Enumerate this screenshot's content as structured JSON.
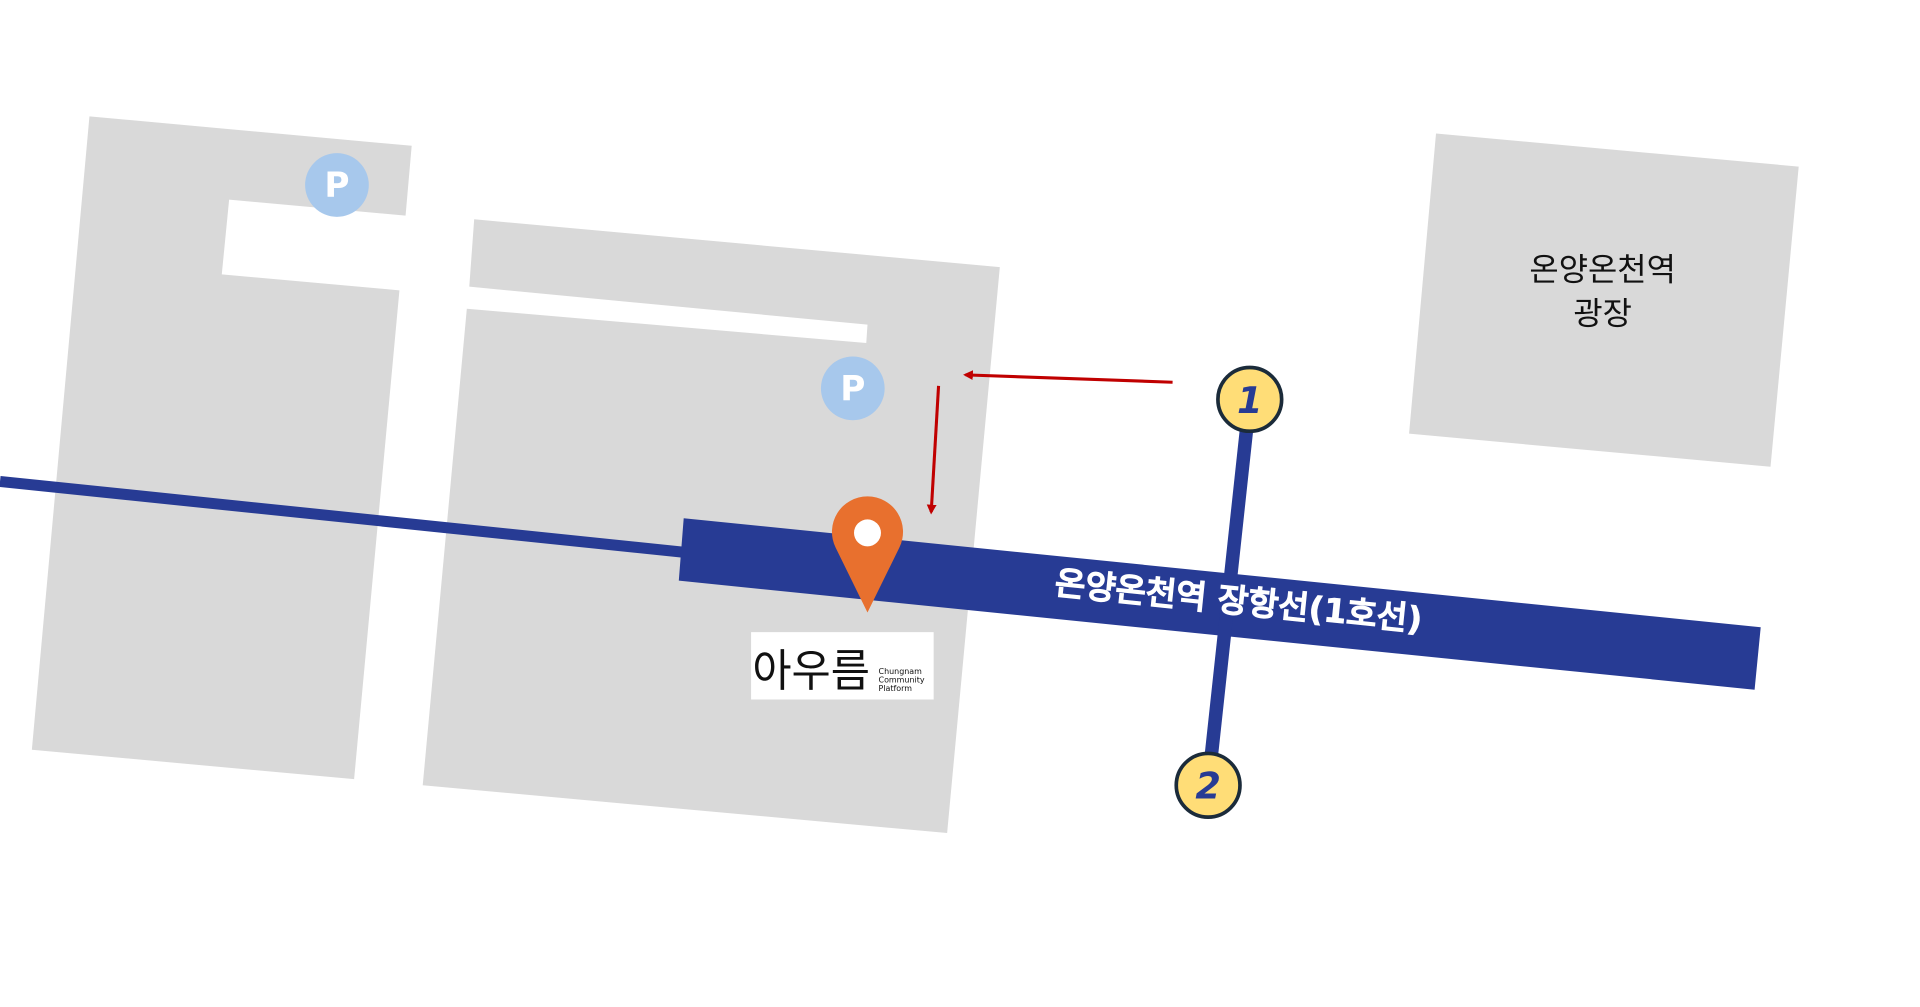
{
  "map": {
    "plaza_label_line1": "온양온천역",
    "plaza_label_line2": "광장",
    "rail_label": "온양온천역 장항선(1호선)",
    "exits": [
      {
        "number": "1"
      },
      {
        "number": "2"
      }
    ],
    "parking": [
      {
        "label": "P"
      },
      {
        "label": "P"
      }
    ],
    "destination_icon": "map-pin-icon",
    "logo": {
      "korean": "아우름",
      "english_line1": "Chungnam",
      "english_line2": "Community",
      "english_line3": "Platform"
    }
  },
  "colors": {
    "building": "#D9D9D9",
    "rail": "#273B94",
    "exit_fill": "#FFDD77",
    "parking": "#A7C8EC",
    "pin": "#E8702E",
    "arrow": "#C00000"
  }
}
